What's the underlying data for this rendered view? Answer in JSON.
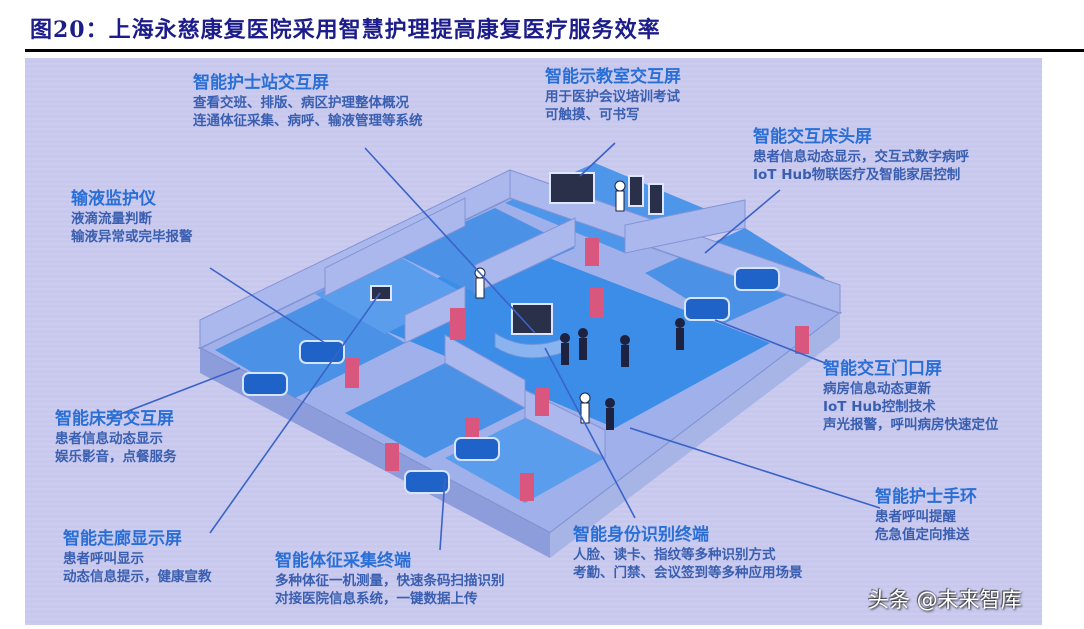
{
  "figure": {
    "title": "图20：上海永慈康复医院采用智慧护理提高康复医疗服务效率"
  },
  "callouts": [
    {
      "id": "nurse-station-screen",
      "title": "智能护士站交互屏",
      "lines": [
        "查看交班、排版、病区护理整体概况",
        "连通体征采集、病呼、输液管理等系统"
      ]
    },
    {
      "id": "classroom-screen",
      "title": "智能示教室交互屏",
      "lines": [
        "用于医护会议培训考试",
        "可触摸、可书写"
      ]
    },
    {
      "id": "bedhead-screen",
      "title": "智能交互床头屏",
      "lines": [
        "患者信息动态显示，交互式数字病呼",
        "IoT Hub物联医疗及智能家居控制"
      ]
    },
    {
      "id": "infusion-monitor",
      "title": "输液监护仪",
      "lines": [
        "液滴流量判断",
        "输液异常或完毕报警"
      ]
    },
    {
      "id": "bedside-screen",
      "title": "智能床旁交互屏",
      "lines": [
        "患者信息动态显示",
        "娱乐影音，点餐服务"
      ]
    },
    {
      "id": "door-screen",
      "title": "智能交互门口屏",
      "lines": [
        "病房信息动态更新",
        "IoT Hub控制技术",
        "声光报警，呼叫病房快速定位"
      ]
    },
    {
      "id": "nurse-bracelet",
      "title": "智能护士手环",
      "lines": [
        "患者呼叫提醒",
        "危急值定向推送"
      ]
    },
    {
      "id": "corridor-screen",
      "title": "智能走廊显示屏",
      "lines": [
        "患者呼叫显示",
        "动态信息提示，健康宣教"
      ]
    },
    {
      "id": "vitals-terminal",
      "title": "智能体征采集终端",
      "lines": [
        "多种体征一机测量，快速条码扫描识别",
        "对接医院信息系统，一键数据上传"
      ]
    },
    {
      "id": "id-terminal",
      "title": "智能身份识别终端",
      "lines": [
        "人脸、读卡、指纹等多种识别方式",
        "考勤、门禁、会议签到等多种应用场景"
      ]
    }
  ],
  "watermark": "头条 @未来智库",
  "colors": {
    "title": "#1c1c8a",
    "callout_heading": "#2a6fd6",
    "callout_text": "#3a5fb0",
    "floor": "#3b8de8",
    "wall": "#aab4e6",
    "door": "#d9567e",
    "background": "#c8c8ee"
  }
}
